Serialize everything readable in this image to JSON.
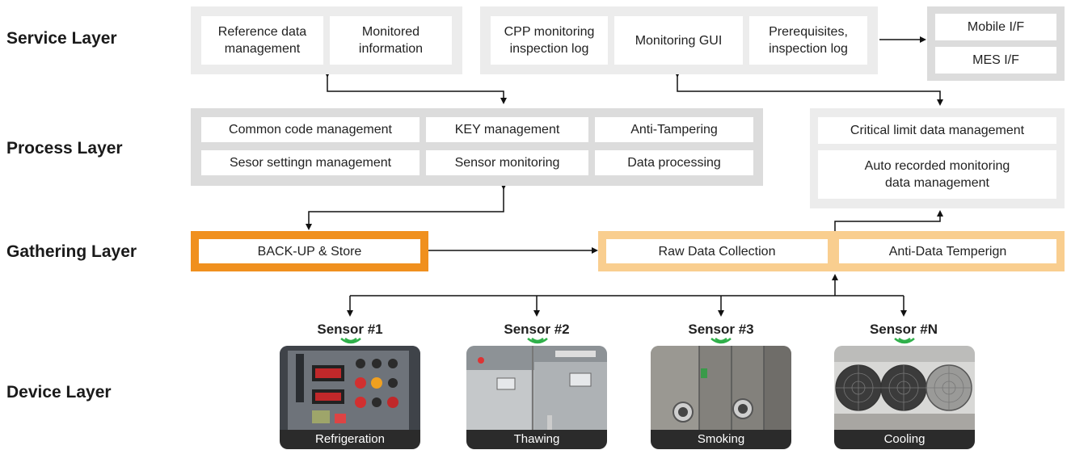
{
  "layers": {
    "service": "Service Layer",
    "process": "Process Layer",
    "gathering": "Gathering Layer",
    "device": "Device Layer"
  },
  "service": {
    "group1": [
      "Reference data\nmanagement",
      "Monitored\ninformation"
    ],
    "group2": [
      "CPP monitoring\ninspection log",
      "Monitoring GUI",
      "Prerequisites,\ninspection log"
    ],
    "external": [
      "Mobile I/F",
      "MES I/F"
    ]
  },
  "process": {
    "main": [
      "Common code management",
      "KEY management",
      "Anti-Tampering",
      "Sesor settingn management",
      "Sensor monitoring",
      "Data processing"
    ],
    "right": [
      "Critical limit data management",
      "Auto recorded monitoring\ndata management"
    ]
  },
  "gathering": {
    "backup": "BACK-UP & Store",
    "raw": "Raw Data Collection",
    "anti": "Anti-Data Temperign"
  },
  "sensors": [
    {
      "name": "Sensor #1",
      "caption": "Refrigeration"
    },
    {
      "name": "Sensor #2",
      "caption": "Thawing"
    },
    {
      "name": "Sensor #3",
      "caption": "Smoking"
    },
    {
      "name": "Sensor #N",
      "caption": "Cooling"
    }
  ],
  "colors": {
    "orange": "#f0901e",
    "peach": "#f9ce8f",
    "panel_gray": "#dcdcdc",
    "wifi_green": "#2fb04a"
  }
}
